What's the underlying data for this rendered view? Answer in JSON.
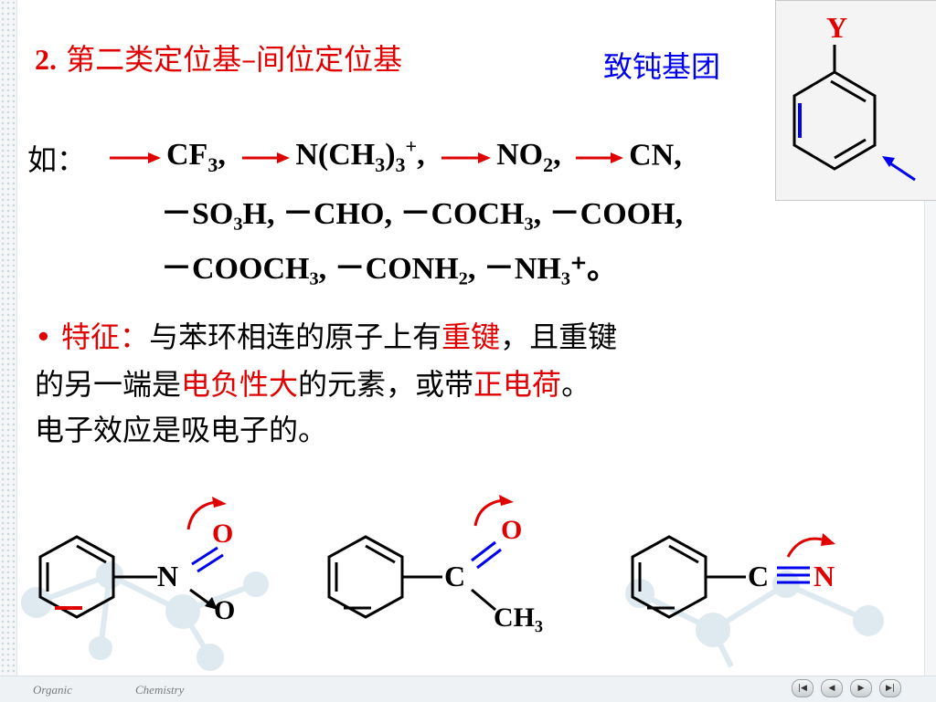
{
  "title": {
    "number": "2.",
    "text": "第二类定位基–间位定位基"
  },
  "blue_note": "致钝基团",
  "examples_label": "如：",
  "examples_row1": [
    "CF₃,",
    "N(CH₃)₃⁺,",
    "NO₂,",
    "CN,"
  ],
  "examples_row2": "－SO₃H, －CHO, －COCH₃, －COOH,",
  "examples_row3": "－COOCH₃, －CONH₂, －NH₃⁺。",
  "feature": {
    "bullet": "•",
    "label": "特征：",
    "line1_a": "与苯环相连的原子上有",
    "line1_b": "重键",
    "line1_c": "，且重键",
    "line2_a": "的另一端是",
    "line2_b": "电负性大",
    "line2_c": "的元素，或带",
    "line2_d": "正电荷",
    "line2_e": "。",
    "line3": "电子效应是吸电子的。"
  },
  "inset": {
    "substituent": "Y"
  },
  "structures": {
    "nitro": {
      "center": "N",
      "o_top": "O",
      "o_bottom": "O"
    },
    "acetyl": {
      "center": "C",
      "o_top": "O",
      "methyl": "CH₃"
    },
    "cyano": {
      "center": "C",
      "n": "N"
    }
  },
  "footer": {
    "left": "Organic",
    "right": "Chemistry"
  },
  "nav": [
    "first",
    "previous",
    "next",
    "last"
  ],
  "colors": {
    "title": "#e00000",
    "note": "#0000ee",
    "arrow": "#e00000",
    "bond": "#0000ee"
  }
}
